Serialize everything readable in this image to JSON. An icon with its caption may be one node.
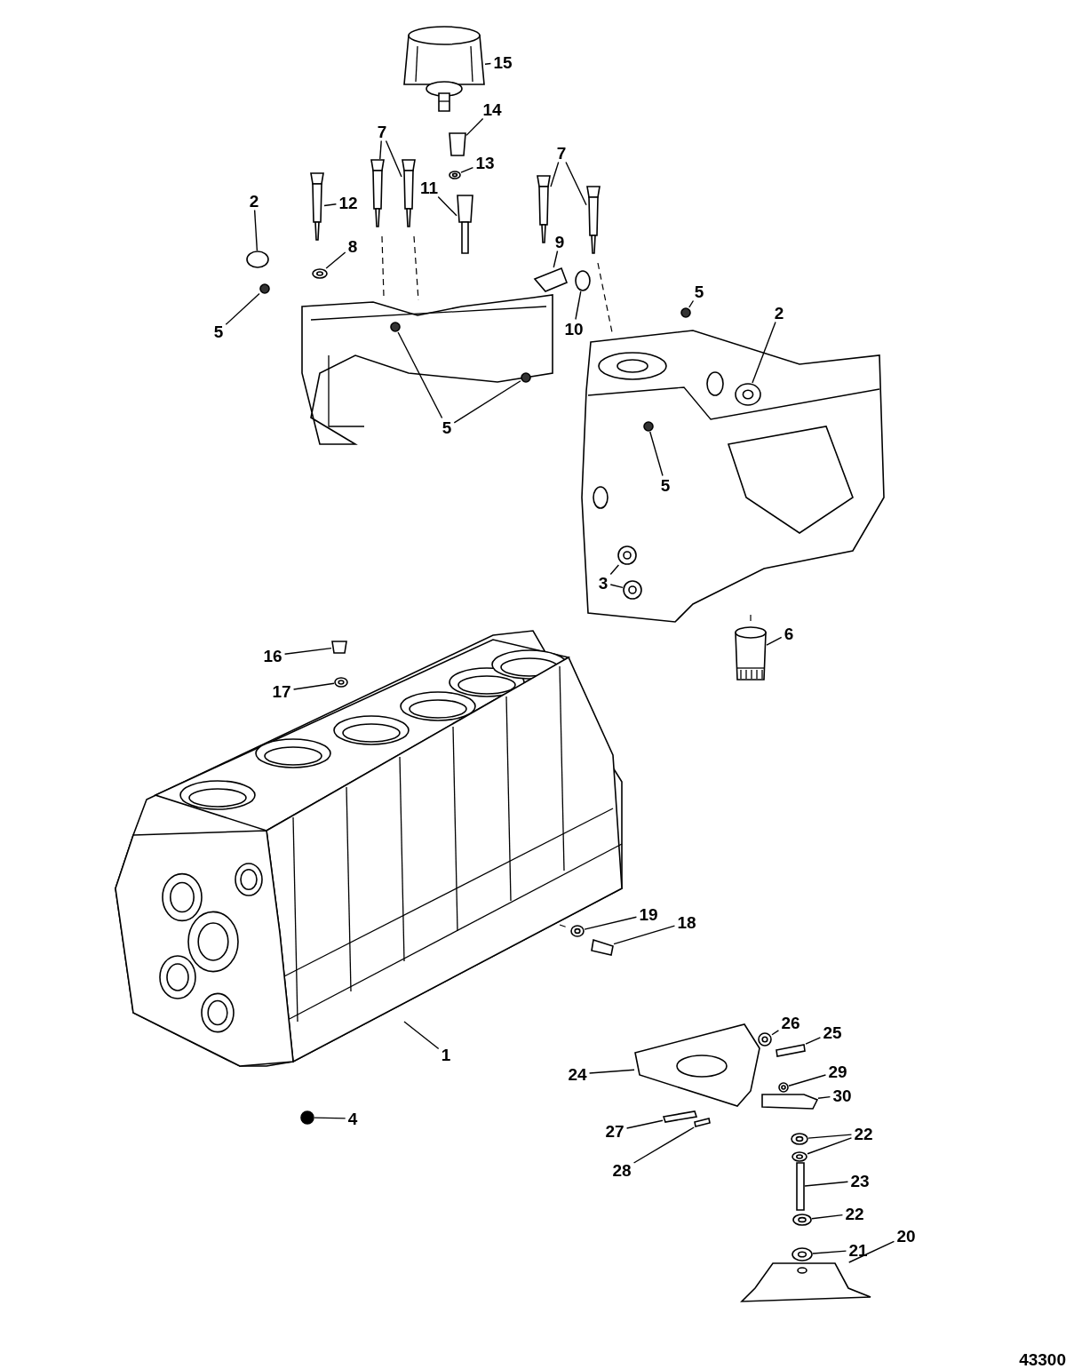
{
  "diagram": {
    "nodes": [
      {
        "text": [
          "15"
        ]
      },
      {
        "text": [
          "14"
        ]
      },
      {
        "text": [
          "7"
        ]
      },
      {
        "text": [
          "7"
        ]
      },
      {
        "text": [
          "13"
        ]
      },
      {
        "text": [
          "11"
        ]
      },
      {
        "text": [
          "2"
        ]
      },
      {
        "text": [
          "12"
        ]
      },
      {
        "text": [
          "9"
        ]
      },
      {
        "text": [
          "8"
        ]
      },
      {
        "text": [
          "5"
        ]
      },
      {
        "text": [
          "2"
        ]
      },
      {
        "text": [
          "10"
        ]
      },
      {
        "text": [
          "5"
        ]
      },
      {
        "text": [
          "5"
        ]
      },
      {
        "text": [
          "5"
        ]
      },
      {
        "text": [
          "3"
        ]
      },
      {
        "text": [
          "6"
        ]
      },
      {
        "text": [
          "16"
        ]
      },
      {
        "text": [
          "17"
        ]
      },
      {
        "text": [
          "19"
        ]
      },
      {
        "text": [
          "18"
        ]
      },
      {
        "text": [
          "26"
        ]
      },
      {
        "text": [
          "25"
        ]
      },
      {
        "text": [
          "1"
        ]
      },
      {
        "text": [
          "29"
        ]
      },
      {
        "text": [
          "24"
        ]
      },
      {
        "text": [
          "30"
        ]
      },
      {
        "text": [
          "4"
        ]
      },
      {
        "text": [
          "27"
        ]
      },
      {
        "text": [
          "22"
        ]
      },
      {
        "text": [
          "28"
        ]
      },
      {
        "text": [
          "23"
        ]
      },
      {
        "text": [
          "22"
        ]
      },
      {
        "text": [
          "20"
        ]
      },
      {
        "text": [
          "21"
        ]
      },
      {
        "text": [],
        "shape": "picture"
      },
      {
        "text": [],
        "shape": "box"
      },
      {
        "text": [],
        "shape": "picture"
      },
      {
        "text": [],
        "shape": "picture"
      },
      {
        "text": [],
        "shape": "picture"
      },
      {
        "text": [],
        "shape": "picture"
      },
      {
        "text": [],
        "shape": "circle"
      },
      {
        "text": [],
        "shape": "picture"
      },
      {
        "text": [],
        "shape": "circle"
      },
      {
        "text": [],
        "shape": "picture"
      },
      {
        "text": [],
        "shape": "box"
      },
      {
        "text": [],
        "shape": "circle"
      },
      {
        "text": [],
        "shape": "circle"
      },
      {
        "text": [],
        "shape": "circle"
      },
      {
        "text": [],
        "shape": "circle"
      },
      {
        "text": [],
        "shape": "circle"
      },
      {
        "text": [],
        "shape": "circle"
      },
      {
        "text": [],
        "shape": "circle"
      },
      {
        "text": [],
        "shape": "circle"
      },
      {
        "text": [],
        "shape": "circle"
      },
      {
        "text": [],
        "shape": "circle"
      },
      {
        "text": [],
        "shape": "picture"
      },
      {
        "text": [],
        "shape": "box"
      },
      {
        "text": [],
        "shape": "circle"
      },
      {
        "text": [],
        "shape": "circle"
      },
      {
        "text": [],
        "shape": "box"
      },
      {
        "text": [],
        "shape": "circle"
      },
      {
        "text": [],
        "shape": "box"
      },
      {
        "text": [],
        "shape": "picture"
      },
      {
        "text": [],
        "shape": "circle"
      },
      {
        "text": [],
        "shape": "picture"
      },
      {
        "text": [],
        "shape": "box"
      },
      {
        "text": [],
        "shape": "circle"
      },
      {
        "text": [],
        "shape": "box"
      },
      {
        "text": [],
        "shape": "circle"
      },
      {
        "text": [],
        "shape": "circle"
      },
      {
        "text": [],
        "shape": "box"
      },
      {
        "text": [],
        "shape": "box"
      },
      {
        "text": [],
        "shape": "circle"
      },
      {
        "text": [],
        "shape": "picture"
      },
      {
        "text": [],
        "shape": "circle"
      }
    ],
    "edges": [
      {
        "from": 0,
        "to": 36,
        "arrow": "none"
      },
      {
        "from": 1,
        "to": 37,
        "arrow": "none"
      },
      {
        "from": 2,
        "to": 38,
        "arrow": "none"
      },
      {
        "from": 2,
        "to": 39,
        "arrow": "none"
      },
      {
        "from": 3,
        "to": 40,
        "arrow": "none"
      },
      {
        "from": 3,
        "to": 41,
        "arrow": "none"
      },
      {
        "from": 4,
        "to": 42,
        "arrow": "none"
      },
      {
        "from": 5,
        "to": 43,
        "arrow": "none"
      },
      {
        "from": 6,
        "to": 44,
        "arrow": "none"
      },
      {
        "from": 7,
        "to": 45,
        "arrow": "none"
      },
      {
        "from": 8,
        "to": 46,
        "arrow": "none"
      },
      {
        "from": 9,
        "to": 47,
        "arrow": "none"
      },
      {
        "from": 10,
        "to": 48,
        "arrow": "none"
      },
      {
        "from": 11,
        "to": 49,
        "arrow": "none"
      },
      {
        "from": 12,
        "to": 50,
        "arrow": "none"
      },
      {
        "from": 13,
        "to": 51,
        "arrow": "none"
      },
      {
        "from": 14,
        "to": 52,
        "arrow": "none"
      },
      {
        "from": 14,
        "to": 53,
        "arrow": "none"
      },
      {
        "from": 15,
        "to": 54,
        "arrow": "none"
      },
      {
        "from": 16,
        "to": 55,
        "arrow": "none"
      },
      {
        "from": 16,
        "to": 56,
        "arrow": "none"
      },
      {
        "from": 17,
        "to": 57,
        "arrow": "none"
      },
      {
        "from": 18,
        "to": 58,
        "arrow": "none"
      },
      {
        "from": 19,
        "to": 59,
        "arrow": "none"
      },
      {
        "from": 20,
        "to": 60,
        "arrow": "none"
      },
      {
        "from": 21,
        "to": 61,
        "arrow": "none"
      },
      {
        "from": 22,
        "to": 62,
        "arrow": "none"
      },
      {
        "from": 23,
        "to": 63,
        "arrow": "none"
      },
      {
        "from": 24,
        "to": 64,
        "arrow": "none"
      },
      {
        "from": 25,
        "to": 65,
        "arrow": "none"
      },
      {
        "from": 26,
        "to": 66,
        "arrow": "none"
      },
      {
        "from": 27,
        "to": 67,
        "arrow": "none"
      },
      {
        "from": 28,
        "to": 68,
        "arrow": "none"
      },
      {
        "from": 29,
        "to": 69,
        "arrow": "none"
      },
      {
        "from": 30,
        "to": 70,
        "arrow": "none"
      },
      {
        "from": 30,
        "to": 71,
        "arrow": "none"
      },
      {
        "from": 31,
        "to": 72,
        "arrow": "none"
      },
      {
        "from": 32,
        "to": 73,
        "arrow": "none"
      },
      {
        "from": 33,
        "to": 74,
        "arrow": "none"
      },
      {
        "from": 34,
        "to": 75,
        "arrow": "none"
      },
      {
        "from": 35,
        "to": 76,
        "arrow": "none"
      }
    ],
    "labels": [
      "43300"
    ]
  }
}
